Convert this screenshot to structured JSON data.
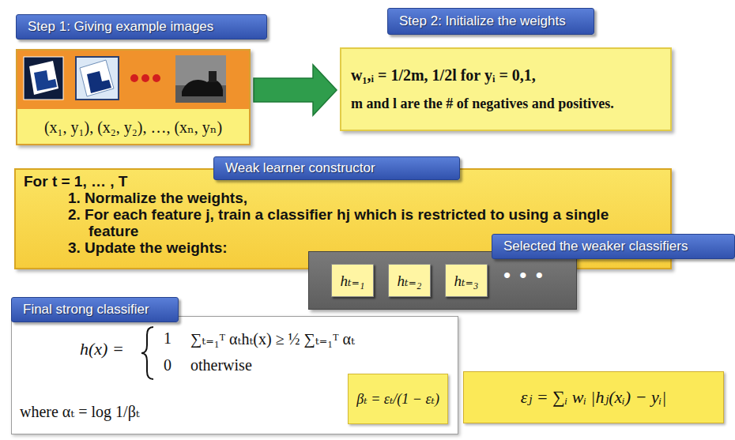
{
  "diagram": {
    "nodes": [
      {
        "text": [
          "Step 1: Giving example images"
        ]
      },
      {
        "text": [
          "(x₁, y₁), (x₂, y₂), …, (xₙ, yₙ)"
        ]
      },
      {
        "text": [
          "Step 2: Initialize the weights"
        ]
      },
      {
        "text": [
          "w₁,ᵢ = 1/2m, 1/2l for yᵢ = 0,1,",
          "m and l are the # of negatives and positives."
        ]
      },
      {
        "text": [
          "Weak learner constructor"
        ]
      },
      {
        "text": [
          "For t = 1, … , T",
          "1. Normalize the weights,",
          "2. For each feature j, train a classifier hj which is restricted to using a single feature",
          "3. Update the weights:"
        ]
      },
      {
        "text": [
          "Selected the weaker classifiers"
        ]
      },
      {
        "text": [
          "• • •"
        ]
      },
      {
        "text": [
          "hₜ₌₁"
        ],
        "in": 7
      },
      {
        "text": [
          "hₜ₌₂"
        ],
        "in": 7
      },
      {
        "text": [
          "hₜ₌₃"
        ],
        "in": 7
      },
      {
        "text": [
          "Final strong classifier"
        ]
      },
      {
        "text": [
          "h(x) =",
          "1",
          "∑ₜ₌₁ᵀ αₜhₜ(x) ≥ ½ ∑ₜ₌₁ᵀ αₜ",
          "0",
          "otherwise",
          "where αₜ = log 1/βₜ"
        ]
      },
      {
        "text": [
          "βₜ = εₜ/(1 − εₜ)"
        ],
        "in": 12
      },
      {
        "text": [
          "εⱼ = ∑ᵢ wᵢ |hⱼ(xᵢ) − yᵢ|"
        ]
      }
    ],
    "edges": [
      {
        "from": 1,
        "to": 3,
        "arrow": "to"
      }
    ]
  }
}
